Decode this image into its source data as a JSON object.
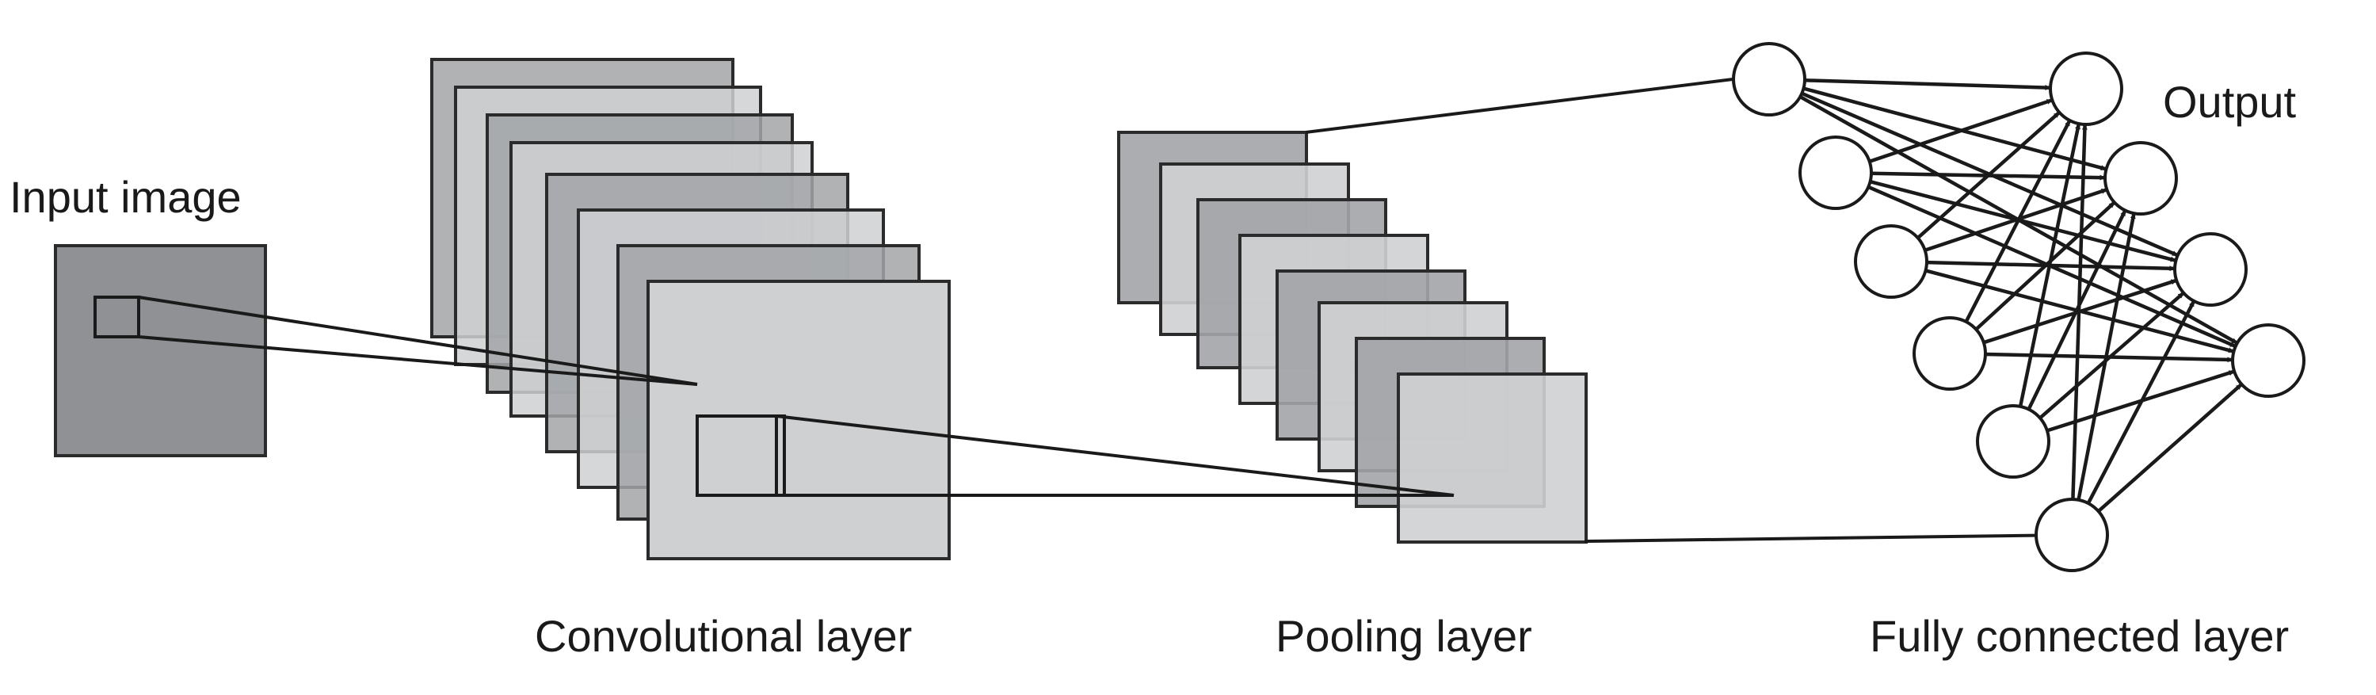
{
  "labels": {
    "input": "Input image",
    "conv": "Convolutional layer",
    "pool": "Pooling layer",
    "fc": "Fully connected layer",
    "output": "Output"
  },
  "colors": {
    "input_fill": "#8f9195",
    "map_fill_dark": "#a2a4a7",
    "map_fill_light": "#cfd0d2",
    "stroke": "#1a1a1a"
  },
  "network": {
    "hidden_neurons": 6,
    "output_neurons": 4
  }
}
